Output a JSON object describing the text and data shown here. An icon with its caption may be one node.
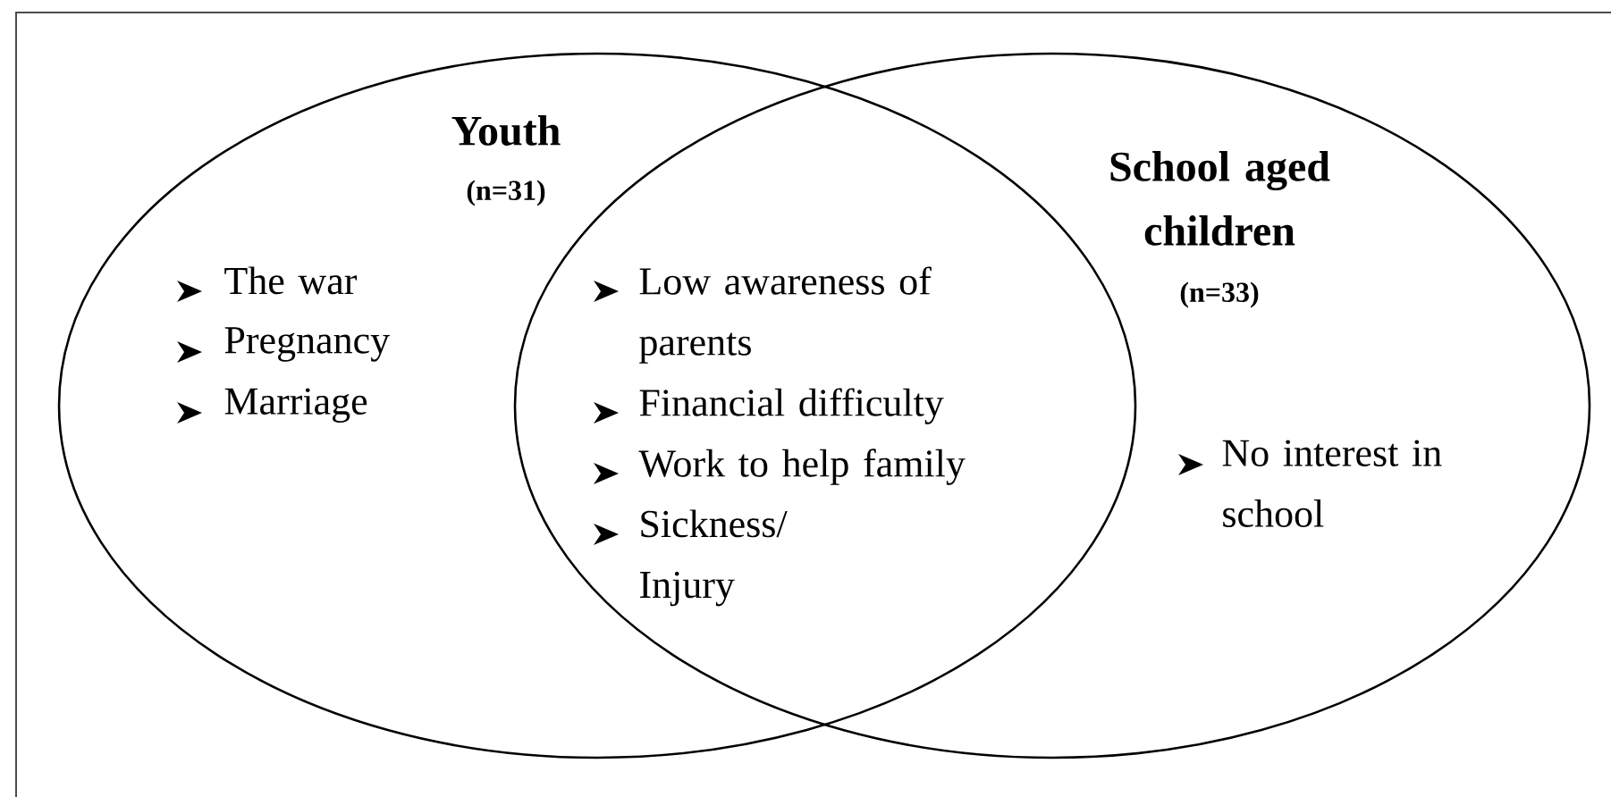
{
  "diagram": {
    "nodes": [
      {
        "text": [
          "Youth",
          "(n=31)",
          "The war",
          "Pregnancy",
          "Marriage"
        ]
      },
      {
        "text": [
          "School aged children",
          "(n=33)",
          "No interest in school"
        ]
      }
    ],
    "labels": [
      "Low awareness of parents",
      "Financial difficulty",
      "Work to help family",
      "Sickness/ Injury"
    ]
  }
}
